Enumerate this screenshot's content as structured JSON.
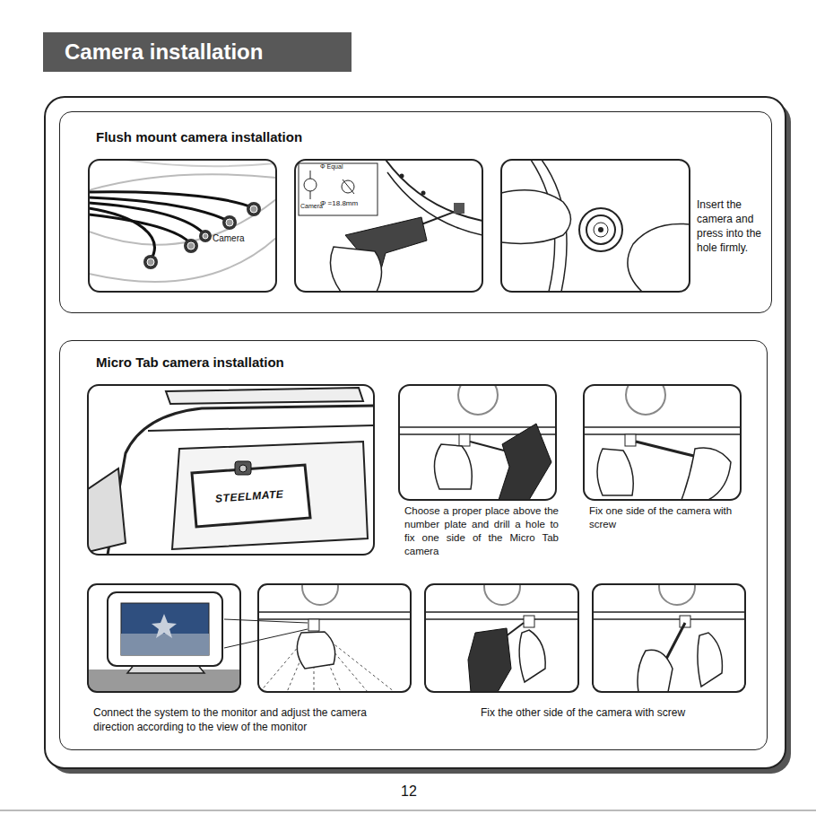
{
  "diagram": {
    "title": "Camera installation",
    "nodes": [
      {
        "text": [
          "Flush mount camera installation"
        ]
      },
      {
        "text": [
          "Insert the camera and press into the hole firmly."
        ],
        "in": 0
      },
      {
        "text": [
          "Micro Tab camera installation"
        ]
      },
      {
        "text": [
          "Choose a proper place above the number plate and drill a hole to fix one side of the Micro Tab camera"
        ],
        "in": 2
      },
      {
        "text": [
          "Fix one side of the camera with screw"
        ],
        "in": 2
      },
      {
        "text": [
          "Connect the system to the monitor and adjust the camera direction according to the view of the monitor"
        ],
        "in": 2
      },
      {
        "text": [
          "Fix the other side of the camera with screw"
        ],
        "in": 2
      }
    ],
    "labels": [
      "Camera",
      "Φ Equal",
      "Camera",
      "Φ =18.8mm",
      "STEELMATE",
      "12"
    ]
  }
}
